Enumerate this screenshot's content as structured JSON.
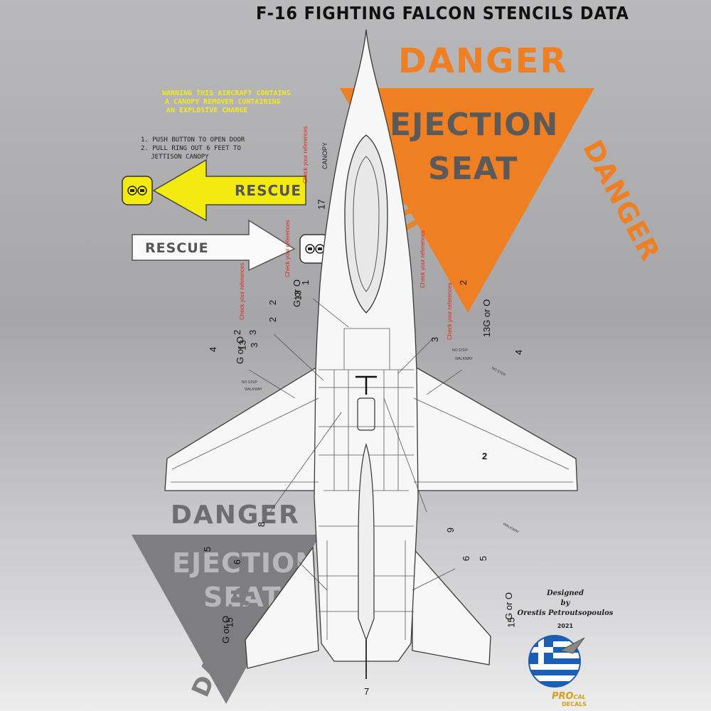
{
  "sheet": {
    "title": "F-16 FIGHTING FALCON STENCILS DATA",
    "warning_lines": [
      "WARNING THIS AIRCRAFT CONTAINS",
      "A CANOPY REMOVER  CONTAINING",
      "AN EXPLOSIVE  CHARGE"
    ],
    "instructions": [
      "1. PUSH BUTTON TO OPEN DOOR",
      "2. PULL RING OUT 6 FEET TO",
      "   JETTISON CANOPY"
    ],
    "rescue_label": "RESCUE",
    "danger_label": "DANGER",
    "ejection_line1": "EJECTION",
    "ejection_line2": "SEAT",
    "canopy_label": "CANOPY",
    "check_note": "Check your references",
    "no_step": "NO STEP",
    "walkway": "WALKWAY",
    "designed": "Designed",
    "by": "by",
    "designer": "Orestis Petroutsopoulos",
    "year": "2021",
    "brand_pro": "PRO",
    "brand_cal": "CAL",
    "brand_decals": "DECALS",
    "n17": "17",
    "n13": "13",
    "n1": "1",
    "n2": "2",
    "n3": "3",
    "n4": "4",
    "n5": "5",
    "n6": "6",
    "n7": "7",
    "n8": "8",
    "n9": "9",
    "n15": "15",
    "n13g": "13G or O",
    "g_or_o": "G or O"
  },
  "colors": {
    "orange": "#ee7f22",
    "yellow": "#f3ea12",
    "grey_triangle": "#7e7e80",
    "stencil_dark": "#5c5a58",
    "reference_red": "#e0271e",
    "flag_blue": "#1a5fb4"
  }
}
